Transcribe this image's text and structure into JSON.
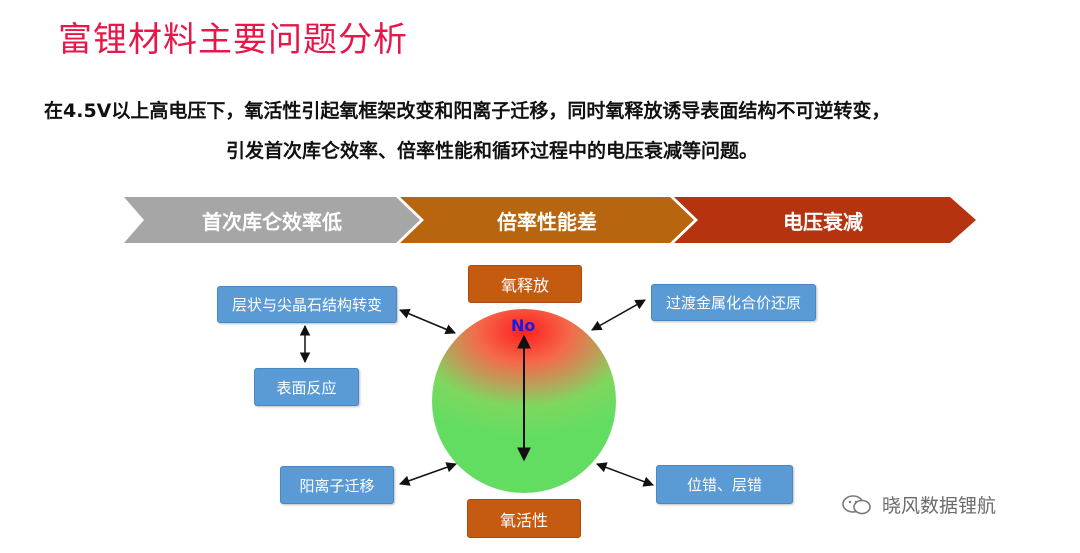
{
  "title": "富锂材料主要问题分析",
  "description": {
    "line1": "在4.5V以上高电压下，氧活性引起氧框架改变和阳离子迁移，同时氧释放诱导表面结构不可逆转变，",
    "line2": "引发首次库仑效率、倍率性能和循环过程中的电压衰减等问题。"
  },
  "chevrons": [
    {
      "label": "首次库仑效率低",
      "color": "#a6a6a6"
    },
    {
      "label": "倍率性能差",
      "color": "#b8650f"
    },
    {
      "label": "电压衰减",
      "color": "#b5340f"
    }
  ],
  "center": {
    "top_label": "氧释放",
    "bottom_label": "氧活性",
    "no_label": "No"
  },
  "left_boxes": {
    "layered_to_spinel": "层状与尖晶石结构转变",
    "surface_reaction": "表面反应",
    "cation_migration": "阳离子迁移"
  },
  "right_boxes": {
    "tm_reduction": "过渡金属化合价还原",
    "dislocations": "位错、层错"
  },
  "watermark": "晓风数据锂航",
  "colors": {
    "title": "#e8174a",
    "blue_box": "#5b9bd5",
    "orange_box": "#c55a11",
    "sphere_top": "#ff1f1f",
    "sphere_bottom": "#62dd62"
  }
}
